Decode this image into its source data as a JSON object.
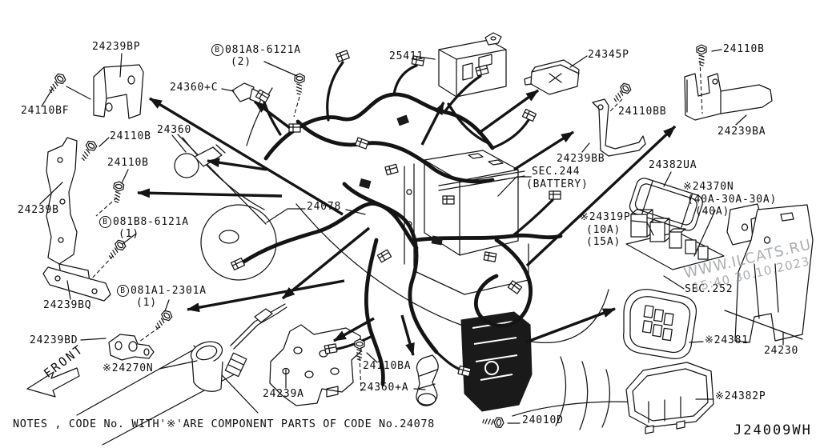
{
  "page": {
    "notes_line": "NOTES , CODE No. WITH'※'ARE COMPONENT PARTS  OF CODE No.24078",
    "drawing_code": "J24009WH",
    "front_label": "FRONT",
    "watermark_line1": "WWW.ILCATS.RU",
    "watermark_line2": "15:40 30.10.2023",
    "ink_color": "#141414",
    "background_color": "#ffffff"
  },
  "labels": [
    "24239BP",
    "24360+C",
    "25411",
    "24345P",
    "24110B",
    "24110BF",
    "24110BB",
    "24239BA",
    "24360",
    "24110B",
    "24110B",
    "24239BB",
    "SEC.244",
    "(BATTERY)",
    "24382UA",
    "※24370N",
    "(40A-30A-30A)",
    "(40A)",
    "24239B",
    "24078",
    "※24319P",
    "(10A)",
    "(15A)",
    "24239BQ",
    "SEC.252",
    "24239BD",
    "※24270N",
    "※24381",
    "24230",
    "24110BA",
    "24360+A",
    "24239A",
    "※24382P",
    "24010D"
  ],
  "bolt_codes": [
    {
      "prefix": "B",
      "code": "081A8-6121A",
      "qty": "(2)"
    },
    {
      "prefix": "B",
      "code": "081B8-6121A",
      "qty": "(1)"
    },
    {
      "prefix": "B",
      "code": "081A1-2301A",
      "qty": "(1)"
    }
  ]
}
